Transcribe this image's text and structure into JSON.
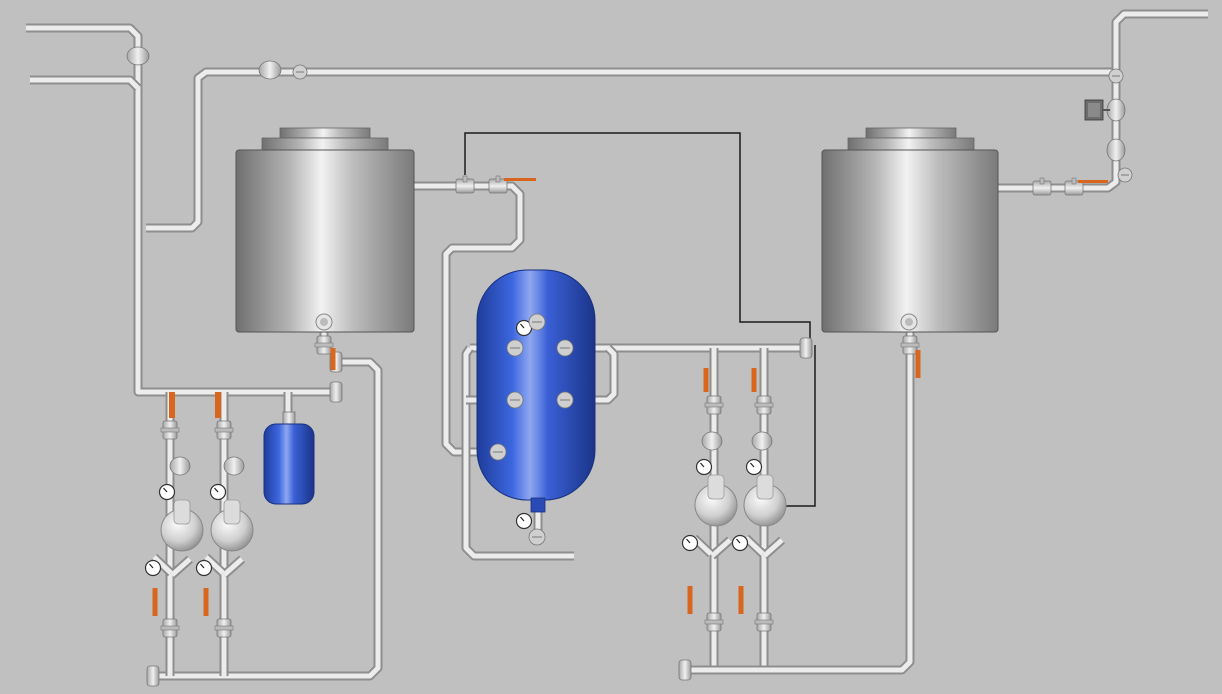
{
  "diagram": {
    "components": [
      {
        "id": "storage-tank-left",
        "kind": "storage-tank"
      },
      {
        "id": "storage-tank-right",
        "kind": "storage-tank"
      },
      {
        "id": "filter-vessel",
        "kind": "pressure-vessel"
      },
      {
        "id": "expansion-tank",
        "kind": "expansion-tank"
      },
      {
        "id": "pump-1",
        "kind": "centrifugal-pump"
      },
      {
        "id": "pump-2",
        "kind": "centrifugal-pump"
      },
      {
        "id": "pump-3",
        "kind": "centrifugal-pump"
      },
      {
        "id": "pump-4",
        "kind": "centrifugal-pump"
      },
      {
        "id": "valve-actuator",
        "kind": "motorized-valve"
      }
    ],
    "colors": {
      "background": "#c0c0c0",
      "pipe-outline": "#8e8e8e",
      "pipe-fill": "#ececec",
      "tank-body": "#a9a9a9",
      "vessel-blue": "#2f55c8",
      "valve-handle": "#d8661e",
      "signal-wire": "#1a1a1a"
    }
  }
}
